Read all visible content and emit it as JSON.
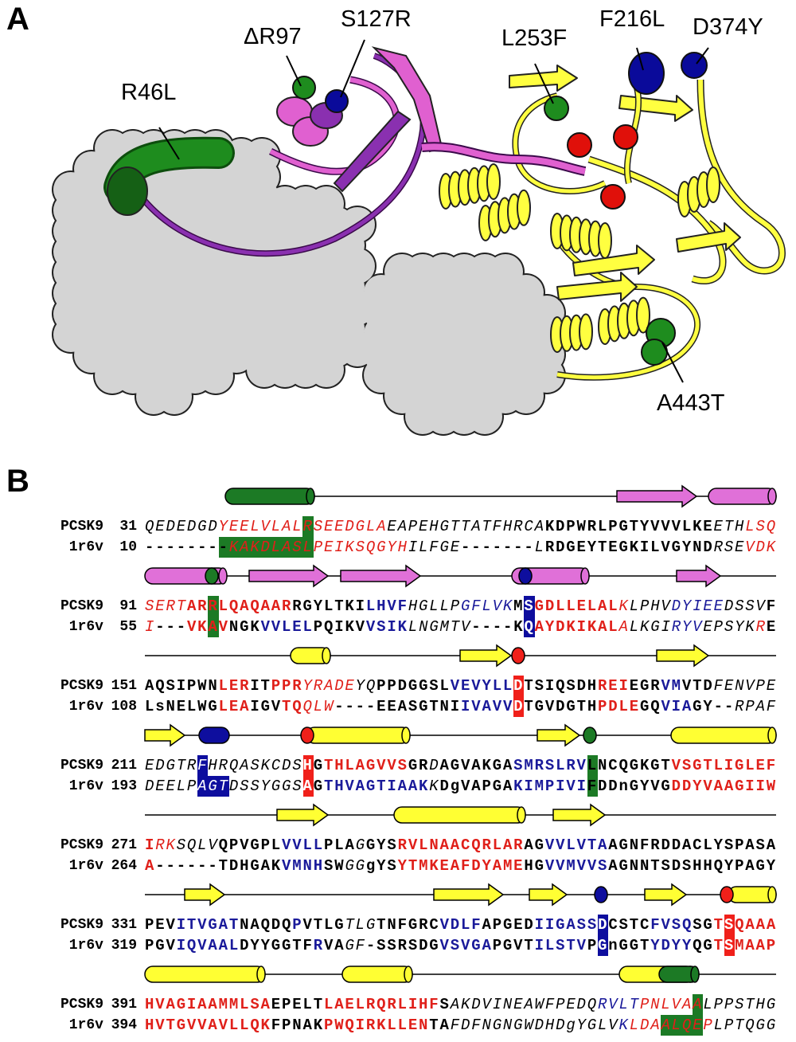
{
  "panel_a": {
    "letter": "A",
    "mutations": [
      "R46L",
      "ΔR97",
      "S127R",
      "L253F",
      "F216L",
      "D374Y",
      "A443T"
    ],
    "colors": {
      "green": "#1e8c1e",
      "blue": "#0a0a9a",
      "red": "#e0100a",
      "pink": "#e060d0",
      "purple": "#7a20a0",
      "yellow": "#ffff40",
      "grey": "#d4d4d4"
    }
  },
  "panel_b": {
    "letter": "B",
    "blocks": [
      {
        "rows": [
          {
            "name": "PCSK9",
            "start": "31",
            "segments": [
              [
                "QEDEDGD",
                "k"
              ],
              [
                "YEELVLAL",
                "r"
              ],
              [
                "R",
                "r",
                "g"
              ],
              [
                "SEEDGLA",
                "r"
              ],
              [
                "EAPEHGTTATFHRCA",
                "k"
              ],
              [
                "KDPWRLPGTYVVVLKE",
                "K"
              ],
              [
                "ETH",
                "k"
              ],
              [
                "LSQ",
                "r"
              ]
            ]
          },
          {
            "name": "1r6v",
            "start": "10",
            "segments": [
              [
                "-------",
                "K"
              ],
              [
                "-",
                "K",
                "g"
              ],
              [
                "KAKDLASL",
                "r",
                "g"
              ],
              [
                "PEIKSQGYH",
                "r"
              ],
              [
                "ILFGE",
                "k"
              ],
              [
                "-------",
                "K"
              ],
              [
                "L",
                "k"
              ],
              [
                "RDGEYTEGKILVGYND",
                "K"
              ],
              [
                "RSE",
                "k"
              ],
              [
                "VDK",
                "r"
              ]
            ]
          }
        ]
      },
      {
        "rows": [
          {
            "name": "PCSK9",
            "start": "91",
            "segments": [
              [
                "SERT",
                "r"
              ],
              [
                "AR",
                "R"
              ],
              [
                "R",
                "R",
                "g"
              ],
              [
                "LQAQAAR",
                "R"
              ],
              [
                "RGYLTKI",
                "K"
              ],
              [
                "LHVF",
                "B"
              ],
              [
                "HGLLP",
                "k"
              ],
              [
                "GFLVK",
                "b"
              ],
              [
                "M",
                "K"
              ],
              [
                "S",
                "B",
                "n"
              ],
              [
                "GDLLELAL",
                "R"
              ],
              [
                "K",
                "r"
              ],
              [
                "LPHV",
                "k"
              ],
              [
                "DYIEE",
                "b"
              ],
              [
                "DSSV",
                "k"
              ],
              [
                "F",
                "K"
              ]
            ]
          },
          {
            "name": "1r6v",
            "start": "55",
            "segments": [
              [
                "I",
                "r"
              ],
              [
                "---",
                "K"
              ],
              [
                "VK",
                "R"
              ],
              [
                "A",
                "R",
                "g"
              ],
              [
                "V",
                "R"
              ],
              [
                "NGK",
                "K"
              ],
              [
                "VVLEL",
                "B"
              ],
              [
                "PQIKV",
                "K"
              ],
              [
                "VSIK",
                "B"
              ],
              [
                "LNGMTV",
                "k"
              ],
              [
                "----",
                "K"
              ],
              [
                "K",
                "K"
              ],
              [
                "Q",
                "B",
                "n"
              ],
              [
                "AYDKIKAL",
                "R"
              ],
              [
                "A",
                "r"
              ],
              [
                "LKGI",
                "k"
              ],
              [
                "RYV",
                "b"
              ],
              [
                "EPSYK",
                "k"
              ],
              [
                "R",
                "r"
              ],
              [
                "E",
                "K"
              ]
            ]
          }
        ]
      },
      {
        "rows": [
          {
            "name": "PCSK9",
            "start": "151",
            "segments": [
              [
                "AQSIPWN",
                "K"
              ],
              [
                "LER",
                "R"
              ],
              [
                "IT",
                "K"
              ],
              [
                "PPR",
                "R"
              ],
              [
                "YRADE",
                "r"
              ],
              [
                "YQ",
                "k"
              ],
              [
                "PPDGGSL",
                "K"
              ],
              [
                "VEVYLL",
                "B"
              ],
              [
                "D",
                "R",
                "rr"
              ],
              [
                "TSIQSDH",
                "K"
              ],
              [
                "REI",
                "R"
              ],
              [
                "EGR",
                "K"
              ],
              [
                "VM",
                "B"
              ],
              [
                "VTD",
                "K"
              ],
              [
                "FENVPE",
                "k"
              ]
            ]
          },
          {
            "name": "1r6v",
            "start": "108",
            "segments": [
              [
                "L",
                "K"
              ],
              [
                "s",
                "K"
              ],
              [
                "NELWG",
                "K"
              ],
              [
                "LEA",
                "R"
              ],
              [
                "IGV",
                "K"
              ],
              [
                "TQ",
                "R"
              ],
              [
                "QLW",
                "r"
              ],
              [
                "----",
                "K"
              ],
              [
                "EEASGTNI",
                "K"
              ],
              [
                "IVAVV",
                "B"
              ],
              [
                "D",
                "R",
                "rr"
              ],
              [
                "TGVDGTH",
                "K"
              ],
              [
                "PDLE",
                "R"
              ],
              [
                "GQ",
                "K"
              ],
              [
                "VIA",
                "B"
              ],
              [
                "GY",
                "K"
              ],
              [
                "--",
                "K"
              ],
              [
                "RPAF",
                "k"
              ]
            ]
          }
        ]
      },
      {
        "rows": [
          {
            "name": "PCSK9",
            "start": "211",
            "segments": [
              [
                "EDGTR",
                "k"
              ],
              [
                "F",
                "b",
                "n"
              ],
              [
                "HRQASKCDS",
                "k"
              ],
              [
                "H",
                "R",
                "rr"
              ],
              [
                "G",
                "K"
              ],
              [
                "THLAGVVS",
                "R"
              ],
              [
                "GR",
                "K"
              ],
              [
                "D",
                "k"
              ],
              [
                "AGVAKGA",
                "K"
              ],
              [
                "SMRSLRV",
                "B"
              ],
              [
                "L",
                "K",
                "g"
              ],
              [
                "NCQGKGT",
                "K"
              ],
              [
                "VSGTLIGLEF",
                "R"
              ]
            ]
          },
          {
            "name": "1r6v",
            "start": "193",
            "segments": [
              [
                "DEELP",
                "k"
              ],
              [
                "AGT",
                "b",
                "n"
              ],
              [
                "DSSYGGS",
                "k"
              ],
              [
                "A",
                "R",
                "rr"
              ],
              [
                "G",
                "K"
              ],
              [
                "THVAGTIAAK",
                "B"
              ],
              [
                "K",
                "k"
              ],
              [
                "D",
                "K"
              ],
              [
                "g",
                "K"
              ],
              [
                "VAPGA",
                "K"
              ],
              [
                "KIMPIVI",
                "B"
              ],
              [
                "F",
                "K",
                "g"
              ],
              [
                "DD",
                "K"
              ],
              [
                "n",
                "K"
              ],
              [
                "GYVG",
                "K"
              ],
              [
                "DDYVAAGIIW",
                "R"
              ]
            ]
          }
        ]
      },
      {
        "rows": [
          {
            "name": "PCSK9",
            "start": "271",
            "segments": [
              [
                "I",
                "R"
              ],
              [
                "RK",
                "r"
              ],
              [
                "SQLV",
                "k"
              ],
              [
                "QPVGPL",
                "K"
              ],
              [
                "VVLL",
                "B"
              ],
              [
                "PLA",
                "K"
              ],
              [
                "G",
                "k"
              ],
              [
                "GYS",
                "K"
              ],
              [
                "RVLNAACQRLAR",
                "R"
              ],
              [
                "AG",
                "K"
              ],
              [
                "VVLVTA",
                "B"
              ],
              [
                "AGNFRDDACLYSPASA",
                "K"
              ]
            ]
          },
          {
            "name": "1r6v",
            "start": "264",
            "segments": [
              [
                "A",
                "R"
              ],
              [
                "------",
                "K"
              ],
              [
                "TDHGAK",
                "K"
              ],
              [
                "VMNH",
                "B"
              ],
              [
                "SW",
                "K"
              ],
              [
                "GG",
                "k"
              ],
              [
                "gYS",
                "K"
              ],
              [
                "YTMKEAFDYAME",
                "R"
              ],
              [
                "HG",
                "K"
              ],
              [
                "VVMVVS",
                "B"
              ],
              [
                "AGNNTSDSHHQYPAGY",
                "K"
              ]
            ]
          }
        ]
      },
      {
        "rows": [
          {
            "name": "PCSK9",
            "start": "331",
            "segments": [
              [
                "PEV",
                "K"
              ],
              [
                "ITVGAT",
                "B"
              ],
              [
                "NAQDQ",
                "K"
              ],
              [
                "P",
                "B"
              ],
              [
                "VTLG",
                "K"
              ],
              [
                "TLG",
                "k"
              ],
              [
                "TNFGRC",
                "K"
              ],
              [
                "VDLF",
                "B"
              ],
              [
                "APGED",
                "K"
              ],
              [
                "IIGASS",
                "B"
              ],
              [
                "D",
                "B",
                "n"
              ],
              [
                "CSTC",
                "K"
              ],
              [
                "FVSQ",
                "B"
              ],
              [
                "SG",
                "K"
              ],
              [
                "T",
                "R"
              ],
              [
                "S",
                "R",
                "rr"
              ],
              [
                "QAAA",
                "R"
              ]
            ]
          },
          {
            "name": "1r6v",
            "start": "319",
            "segments": [
              [
                "PGV",
                "K"
              ],
              [
                "IQVAAL",
                "B"
              ],
              [
                "DYYGGTF",
                "K"
              ],
              [
                "R",
                "B"
              ],
              [
                "VA",
                "K"
              ],
              [
                "GF",
                "k"
              ],
              [
                "-SSRSDG",
                "K"
              ],
              [
                "VSVGA",
                "B"
              ],
              [
                "PGVT",
                "K"
              ],
              [
                "ILSTV",
                "B"
              ],
              [
                "P",
                "K"
              ],
              [
                "G",
                "K",
                "n"
              ],
              [
                "n",
                "K"
              ],
              [
                "GGT",
                "K"
              ],
              [
                "YDYY",
                "B"
              ],
              [
                "QG",
                "K"
              ],
              [
                "T",
                "R"
              ],
              [
                "S",
                "R",
                "rr"
              ],
              [
                "MAAP",
                "R"
              ]
            ]
          }
        ]
      },
      {
        "rows": [
          {
            "name": "PCSK9",
            "start": "391",
            "segments": [
              [
                "HVAGIAAMMLSA",
                "R"
              ],
              [
                "EPELT",
                "K"
              ],
              [
                "LAELRQRLIHF",
                "R"
              ],
              [
                "S",
                "K"
              ],
              [
                "AKDVINEAWFPEDQ",
                "k"
              ],
              [
                "RVLT",
                "b"
              ],
              [
                "PNLVA",
                "r"
              ],
              [
                "A",
                "r",
                "g"
              ],
              [
                "LPPSTHG",
                "k"
              ]
            ]
          },
          {
            "name": "1r6v",
            "start": "394",
            "segments": [
              [
                "HVTGVVAVLLQK",
                "R"
              ],
              [
                "FPNAK",
                "K"
              ],
              [
                "PWQIRKLLEN",
                "R"
              ],
              [
                "TA",
                "K"
              ],
              [
                "FDFNGNGWDHD",
                "k"
              ],
              [
                "g",
                "k"
              ],
              [
                "YGLV",
                "k"
              ],
              [
                "K",
                "b"
              ],
              [
                "LDA",
                "r"
              ],
              [
                "ALQE",
                "r",
                "g"
              ],
              [
                "P",
                "r"
              ],
              [
                "LPTQGG",
                "k"
              ]
            ]
          }
        ]
      }
    ]
  }
}
